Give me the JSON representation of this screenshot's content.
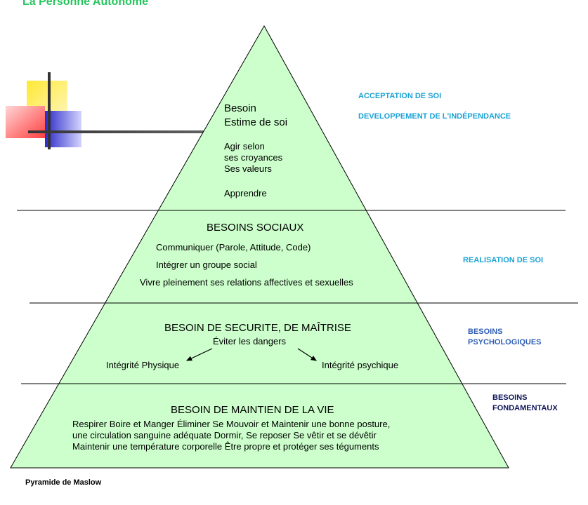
{
  "title": "La Personne Autonome",
  "caption": "Pyramide de Maslow",
  "colors": {
    "pyramid_fill": "#ccffcc",
    "title": "#27c45e",
    "accent_teal": "#1aa2d6",
    "accent_blue": "#2f5db4",
    "accent_navy": "#10165a",
    "deco_yellow": "#ffdd22",
    "deco_red": "#ff5a5a",
    "deco_blue": "#3333cc"
  },
  "levels": {
    "top": {
      "heading_line1": "Besoin",
      "heading_line2": "Estime de soi",
      "item1_line1": "Agir selon",
      "item1_line2": "ses croyances",
      "item1_line3": "Ses valeurs",
      "item2": "Apprendre"
    },
    "social": {
      "heading": "BESOINS SOCIAUX",
      "item1": "Communiquer (Parole, Attitude, Code)",
      "item2": "Intégrer un groupe social",
      "item3": "Vivre pleinement ses relations affectives et sexuelles"
    },
    "security": {
      "heading": "BESOIN DE SECURITE, DE MAÎTRISE",
      "sub": "Éviter les dangers",
      "left": "Intégrité Physique",
      "right": "Intégrité psychique"
    },
    "survival": {
      "heading": "BESOIN DE MAINTIEN DE LA VIE",
      "line1": "Respirer   Boire et Manger   Éliminer   Se Mouvoir et Maintenir une bonne posture,",
      "line2": "une circulation sanguine adéquate    Dormir, Se reposer    Se vêtir et se dévêtir",
      "line3": "Maintenir une température corporelle    Être propre et protéger ses téguments"
    }
  },
  "side_labels": {
    "acceptation": "ACCEPTATION DE SOI",
    "developpement": "DEVELOPPEMENT DE L'INDÉPENDANCE",
    "realisation": "REALISATION DE SOI",
    "psycho_line1": "BESOINS",
    "psycho_line2": "PSYCHOLOGIQUES",
    "fond_line1": "BESOINS",
    "fond_line2": "FONDAMENTAUX"
  }
}
